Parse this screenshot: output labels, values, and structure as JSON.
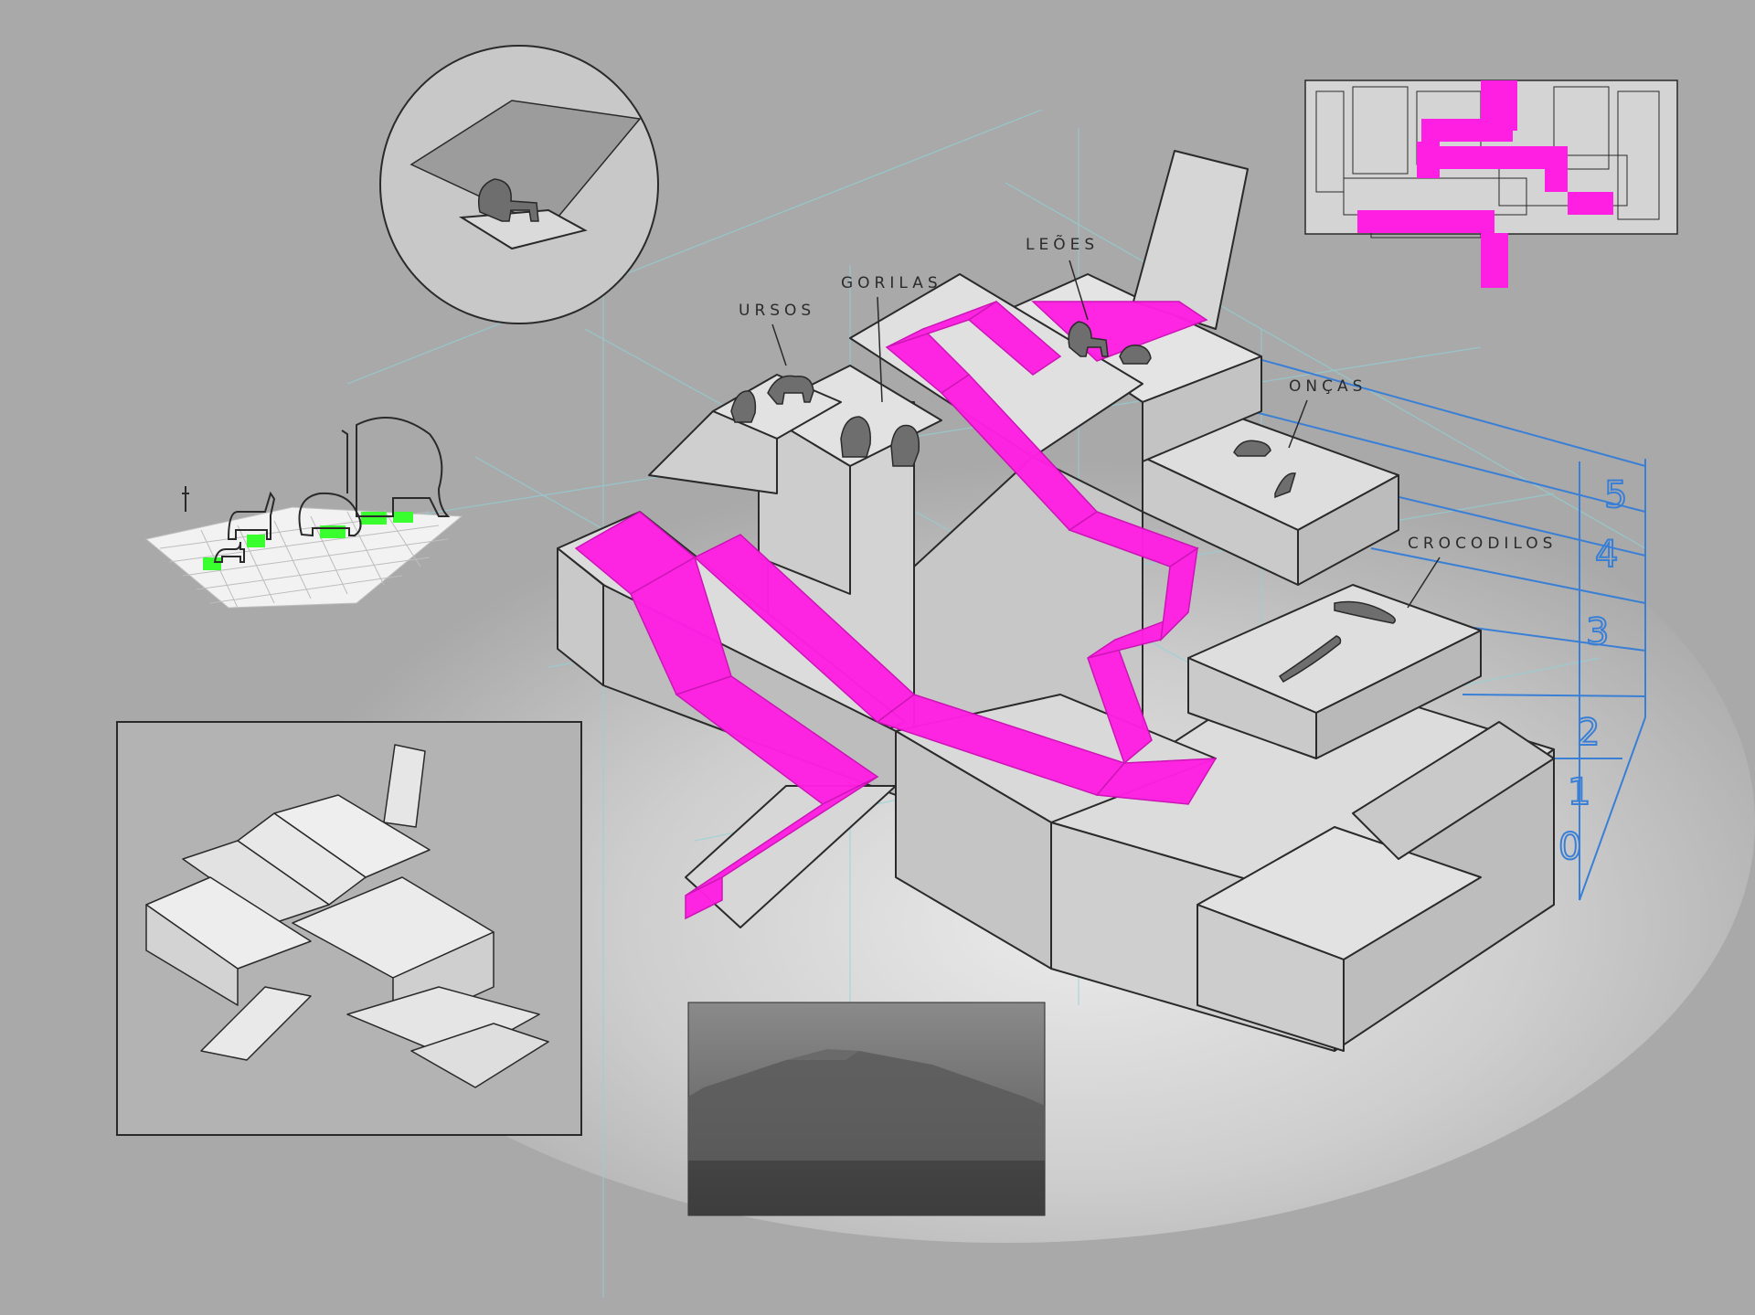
{
  "title": "",
  "colors": {
    "background": "#a9a9a9",
    "block_fill": "#d9d9d9",
    "block_side": "#c4c4c4",
    "outline": "#2a2a2a",
    "path_magenta": "#ff1fe3",
    "highlight_green": "#39ff2e",
    "guide_blue": "#3a7fd6",
    "guide_cyan": "#8fd3d8"
  },
  "labels": {
    "ursos": "URSOS",
    "gorilas": "GORILAS",
    "leoes": "LEÕES",
    "oncas": "ONÇAS",
    "crocodilos": "CROCODILOS"
  },
  "levels": [
    "0",
    "1",
    "2",
    "3",
    "4",
    "5"
  ]
}
